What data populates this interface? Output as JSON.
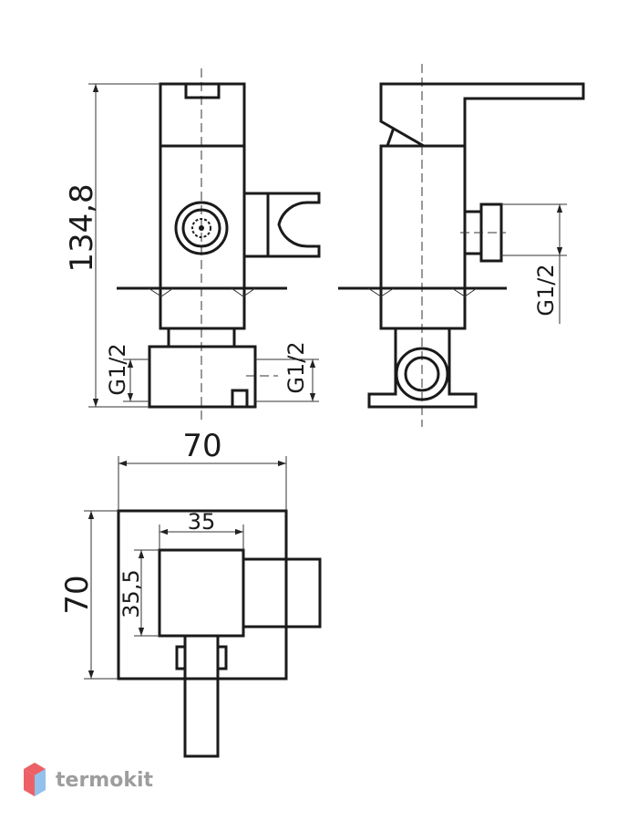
{
  "dimensions": {
    "overall_height": "134,8",
    "inlet_thread_left": "G1/2",
    "inlet_thread_right": "G1/2",
    "side_outlet_thread": "G1/2",
    "plate_width": "70",
    "plate_height": "70",
    "body_width": "35",
    "body_depth": "35,5"
  },
  "watermark": {
    "brand": "termokit",
    "logo_colors": [
      "#e8464b",
      "#7fb7e8"
    ]
  }
}
